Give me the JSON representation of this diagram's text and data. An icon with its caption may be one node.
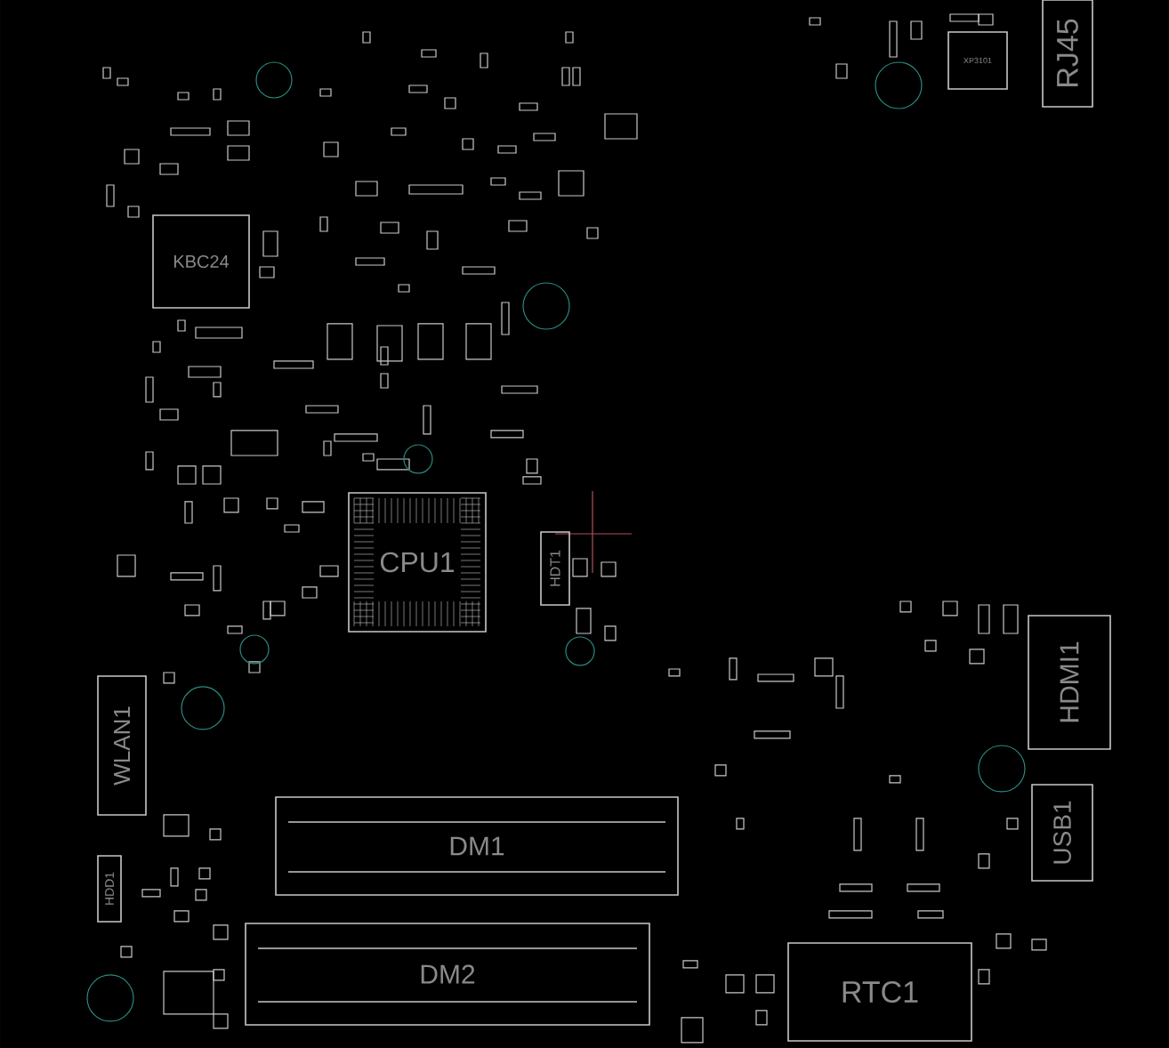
{
  "diagram": {
    "nodes": [
      {
        "text": [
          "RJ45"
        ]
      },
      {
        "text": [
          "XP3101"
        ]
      },
      {
        "text": [
          "KBC24"
        ]
      },
      {
        "text": [
          "CPU1"
        ]
      },
      {
        "text": [
          "HDT1"
        ]
      },
      {
        "text": [
          "HDMI1"
        ]
      },
      {
        "text": [
          "WLAN1"
        ]
      },
      {
        "text": [
          "USB1"
        ]
      },
      {
        "text": [
          "DM1"
        ]
      },
      {
        "text": [
          "HDD1"
        ]
      },
      {
        "text": [
          "DM2"
        ]
      },
      {
        "text": [
          "RTC1"
        ]
      }
    ]
  }
}
